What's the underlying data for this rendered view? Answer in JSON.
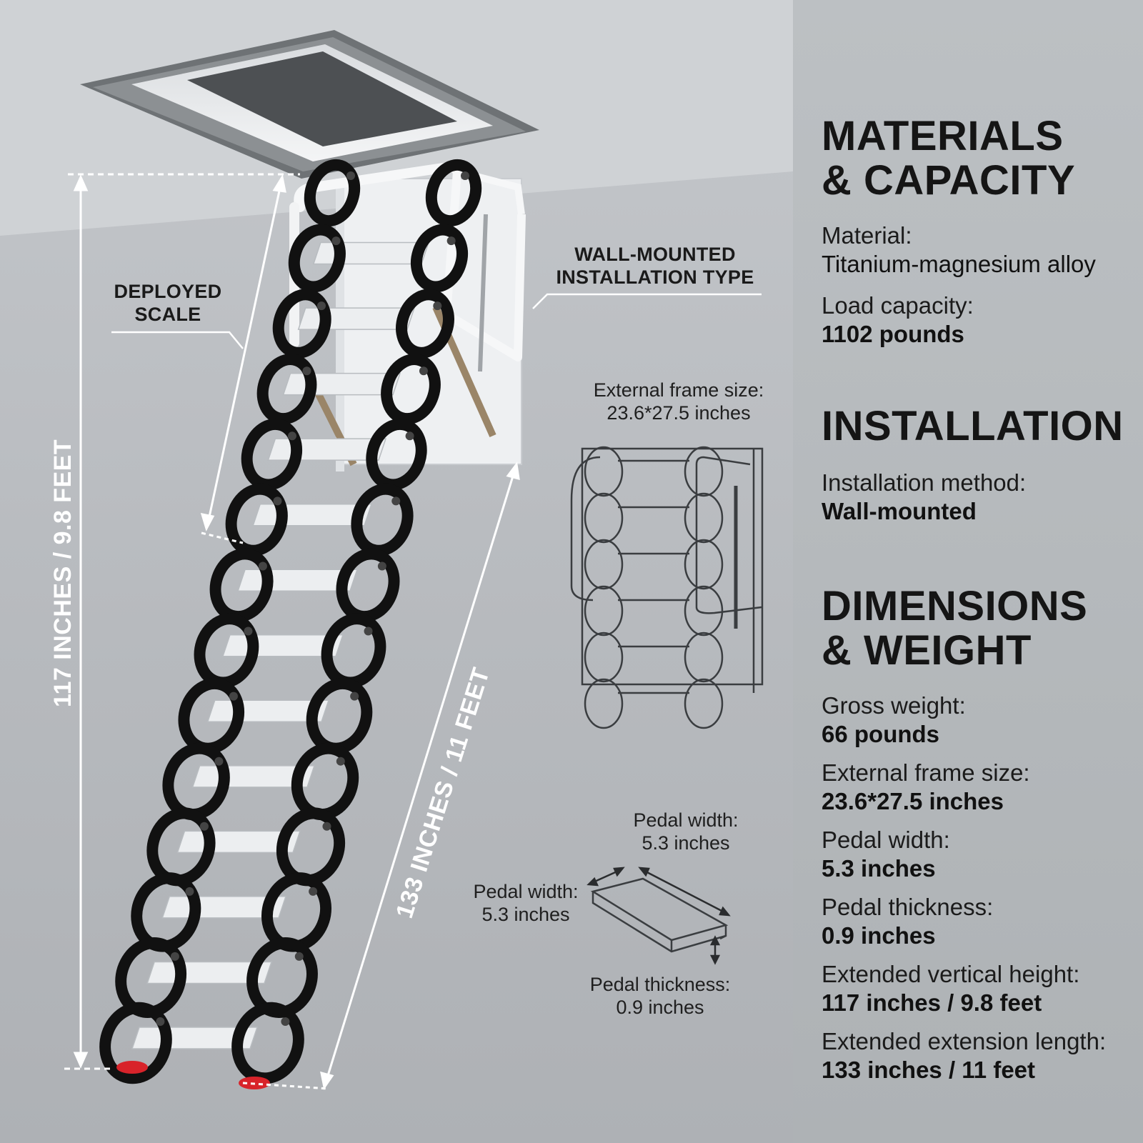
{
  "callouts": {
    "deployed_scale": [
      "DEPLOYED",
      "SCALE"
    ],
    "wall_mounted": [
      "WALL-MOUNTED",
      "INSTALLATION TYPE"
    ]
  },
  "dimension_labels": {
    "vertical_height": "117 INCHES / 9.8 FEET",
    "extension_length": "133 INCHES / 11 FEET"
  },
  "diagram_notes": {
    "frame_size": {
      "label": "External frame size:",
      "value": "23.6*27.5 inches"
    },
    "pedal_width_top": {
      "label": "Pedal width:",
      "value": "5.3 inches"
    },
    "pedal_width_left": {
      "label": "Pedal width:",
      "value": "5.3 inches"
    },
    "pedal_thickness": {
      "label": "Pedal thickness:",
      "value": "0.9 inches"
    }
  },
  "specs": {
    "materials": {
      "heading": [
        "MATERIALS",
        "& CAPACITY"
      ],
      "items": [
        {
          "label": "Material:",
          "value": "Titanium-magnesium alloy"
        },
        {
          "label": "Load capacity:",
          "value": "1102 pounds"
        }
      ]
    },
    "installation": {
      "heading": [
        "INSTALLATION"
      ],
      "items": [
        {
          "label": "Installation method:",
          "value": "Wall-mounted"
        }
      ]
    },
    "dimensions": {
      "heading": [
        "DIMENSIONS",
        "& WEIGHT"
      ],
      "items": [
        {
          "label": "Gross weight:",
          "value": "66 pounds"
        },
        {
          "label": "External frame size:",
          "value": "23.6*27.5 inches"
        },
        {
          "label": "Pedal width:",
          "value": "5.3 inches"
        },
        {
          "label": "Pedal thickness:",
          "value": "0.9 inches"
        },
        {
          "label": "Extended vertical height:",
          "value": "117 inches / 9.8 feet"
        },
        {
          "label": "Extended extension length:",
          "value": "133 inches / 11 feet"
        }
      ]
    }
  },
  "colors": {
    "ladder_frame": "#111111",
    "tread": "#eceef0",
    "foot_pad": "#d8232a",
    "dimension_lines": "#ffffff",
    "wall": "#bfc2c6",
    "panel": "#b4b8bb"
  },
  "icons": [
    "attic-hatch-icon",
    "scissor-ladder-icon",
    "folded-ladder-sketch-icon",
    "pedal-sketch-icon"
  ]
}
